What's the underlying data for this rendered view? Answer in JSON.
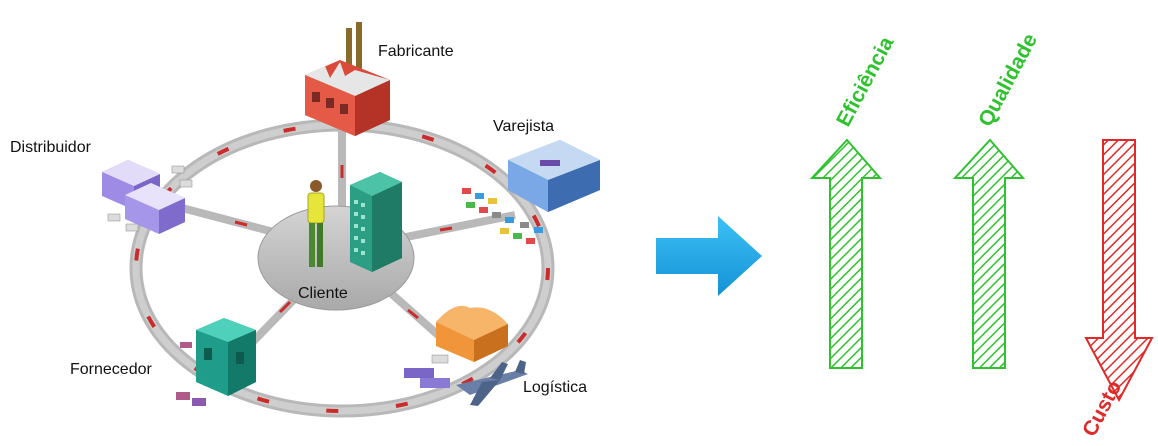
{
  "supply_chain": {
    "hub": "Cliente",
    "nodes": {
      "fabricante": "Fabricante",
      "varejista": "Varejista",
      "distribuidor": "Distribuidor",
      "fornecedor": "Fornecedor",
      "logistica": "Logística"
    }
  },
  "indicators": [
    {
      "label": "Eficiência",
      "direction": "up",
      "color": "#2fc22f"
    },
    {
      "label": "Qualidade",
      "direction": "up",
      "color": "#2fc22f"
    },
    {
      "label": "Custo",
      "direction": "down",
      "color": "#e02a2a"
    }
  ],
  "transition_arrow_color": "#1fa8e6"
}
